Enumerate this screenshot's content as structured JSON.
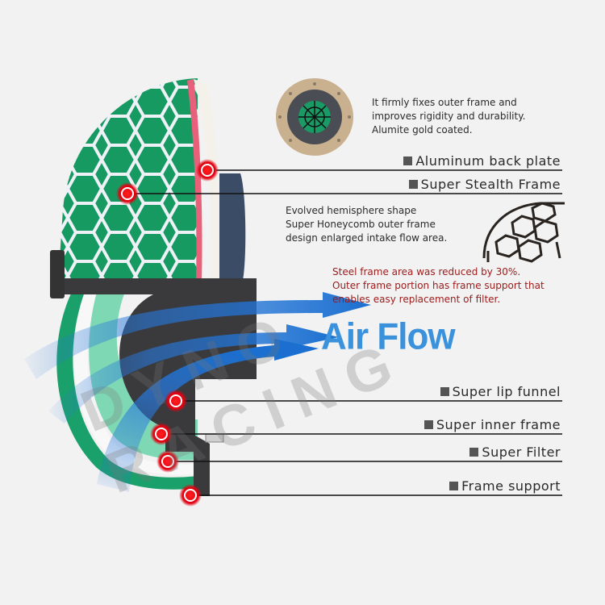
{
  "diagram": {
    "subject": "Air filter cross-section",
    "watermark": "DYNO RACING",
    "airflow_label": "Air Flow",
    "callouts": [
      {
        "id": "aluminum-back-plate",
        "label": "Aluminum back plate"
      },
      {
        "id": "super-stealth-frame",
        "label": "Super Stealth Frame"
      },
      {
        "id": "super-lip-funnel",
        "label": "Super lip funnel"
      },
      {
        "id": "super-inner-frame",
        "label": "Super inner frame"
      },
      {
        "id": "super-filter",
        "label": "Super Filter"
      },
      {
        "id": "frame-support",
        "label": "Frame support"
      }
    ],
    "descriptions": {
      "back_plate": [
        "It firmly fixes outer frame and",
        "improves rigidity and durability.",
        "Alumite gold coated."
      ],
      "hemisphere": [
        "Evolved hemisphere shape",
        "Super Honeycomb outer frame",
        "design enlarged intake flow area."
      ],
      "steel_frame": [
        "Steel frame area was reduced by 30%.",
        "Outer frame portion has frame support that",
        "enables easy replacement of filter."
      ]
    },
    "colors": {
      "background": "#f2f2f2",
      "filter_green": "#1aa06a",
      "honeycomb_frame": "#e8ecf2",
      "marker_red": "#e0101c",
      "airflow_blue": "#1a6fd0",
      "frame_dark": "#3a3a3c",
      "description_red": "#9b1b1b"
    }
  }
}
